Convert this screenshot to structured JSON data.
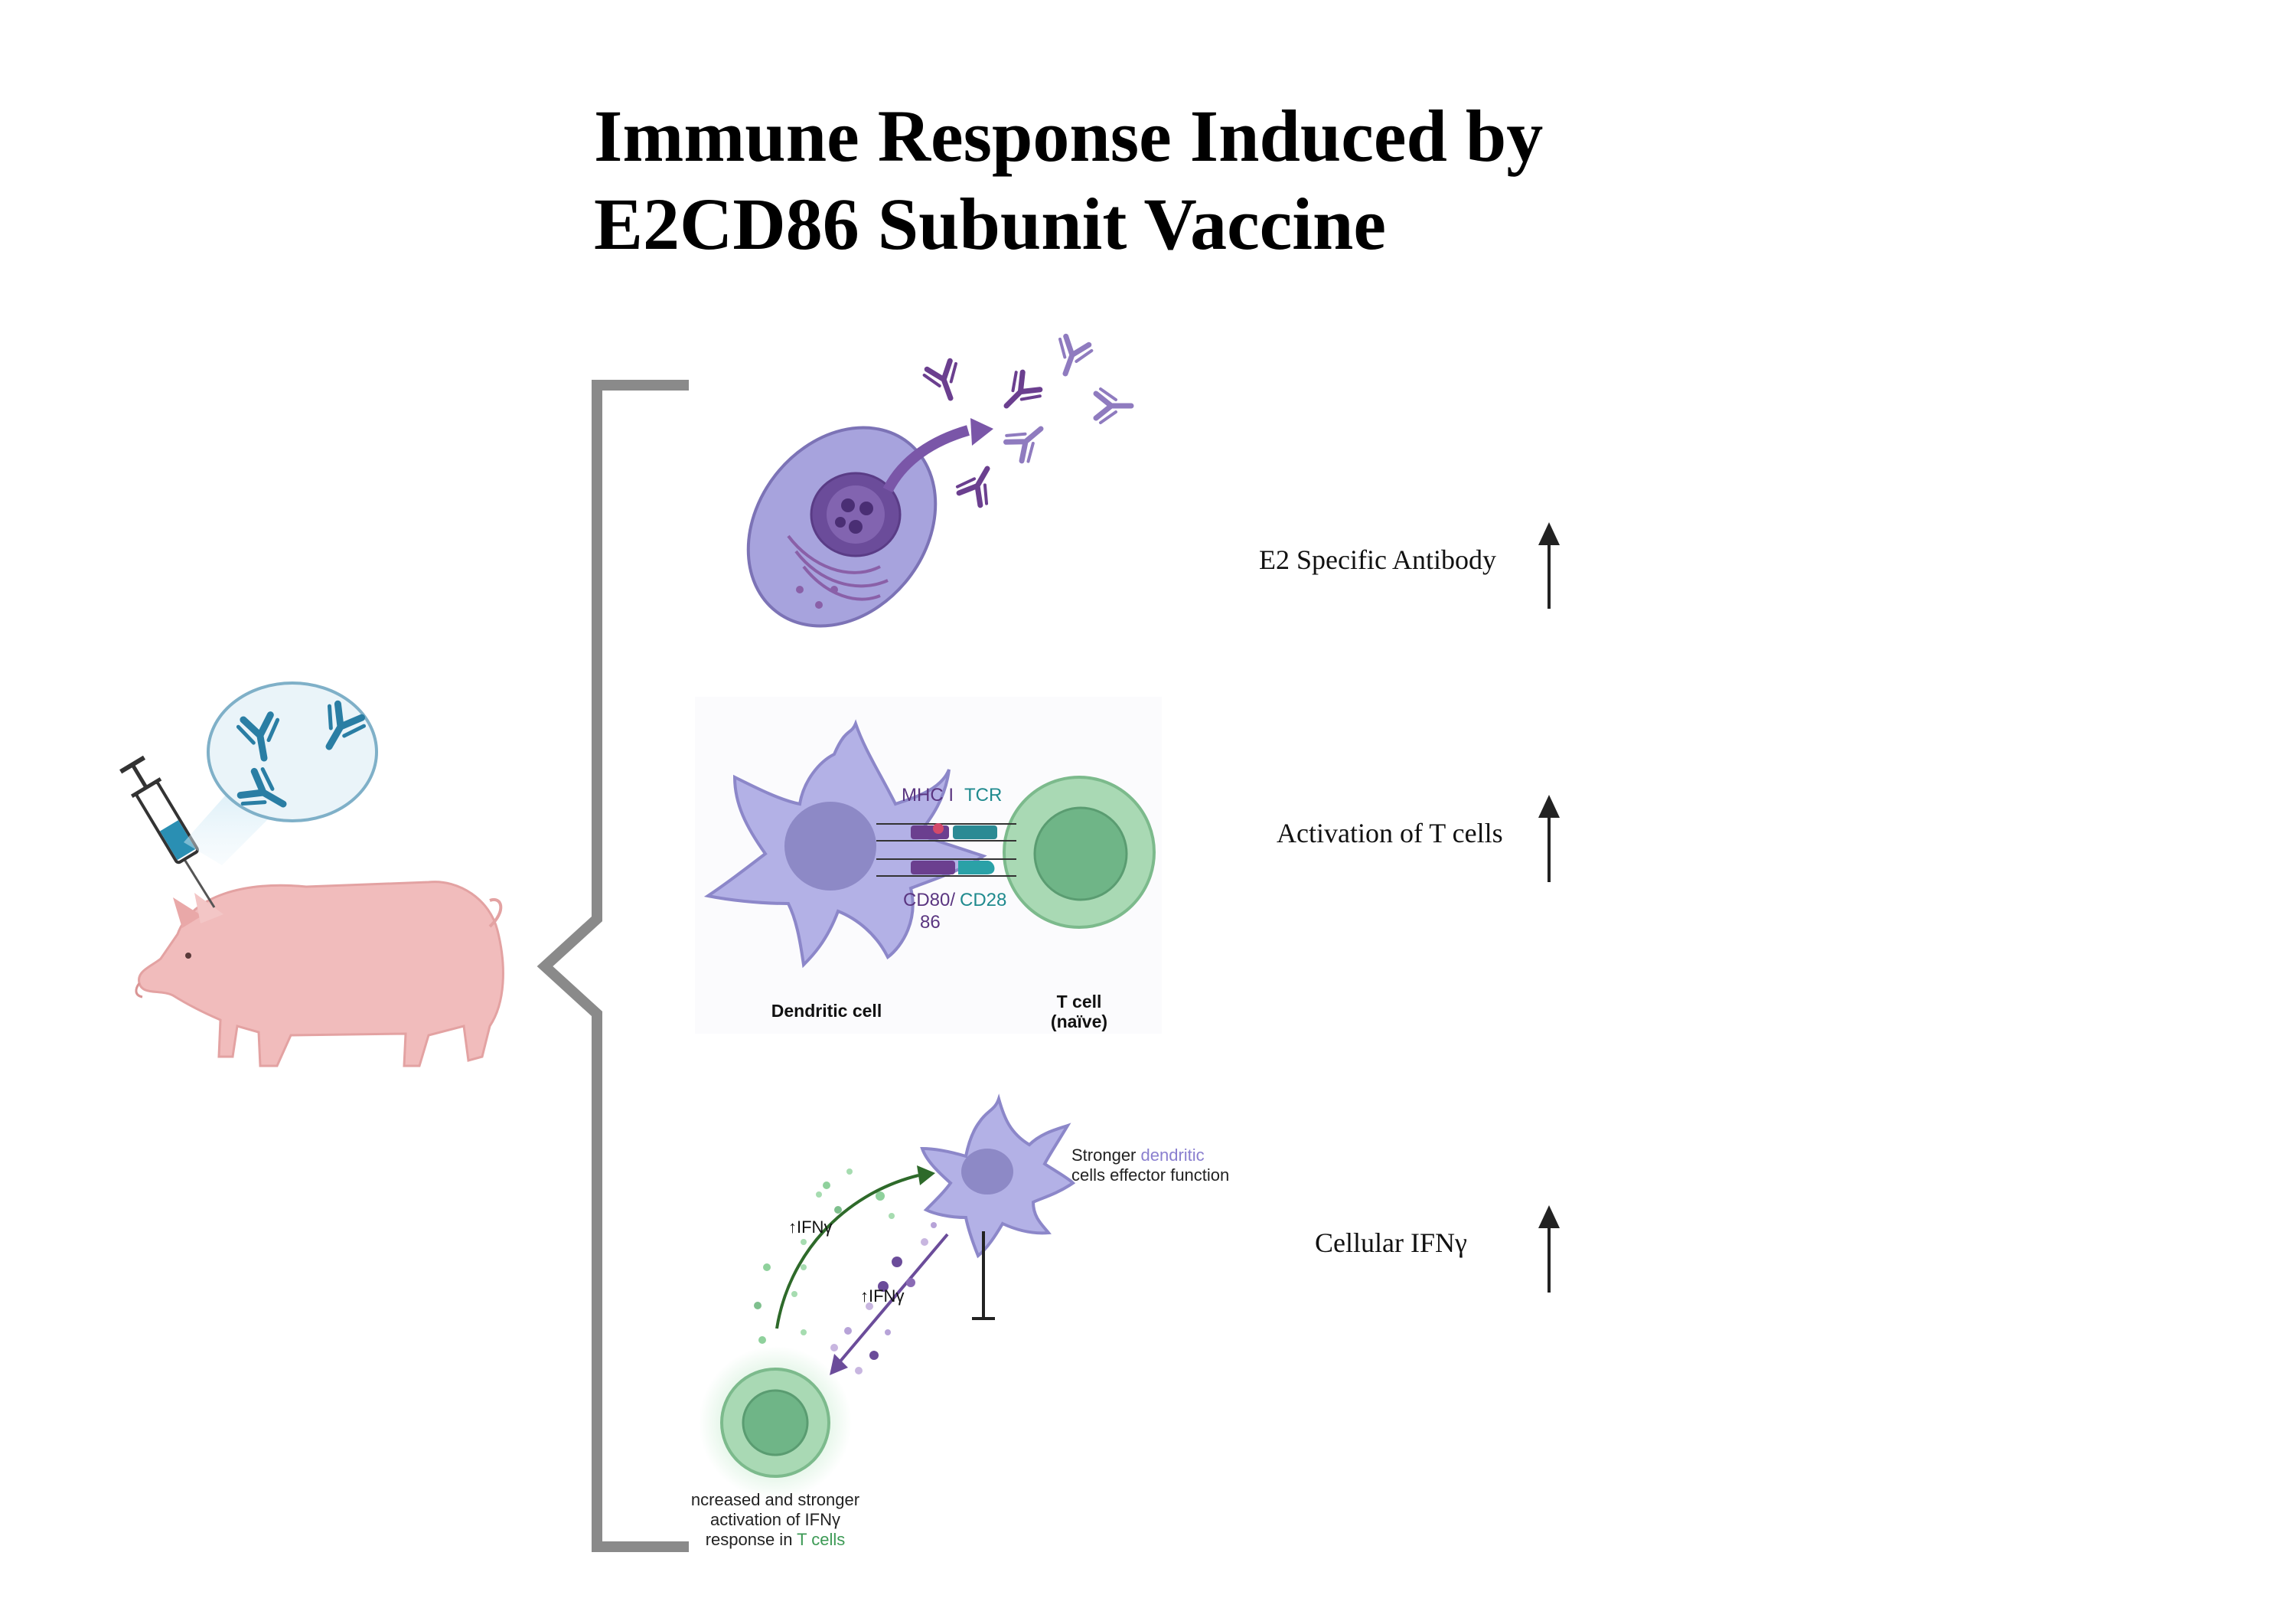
{
  "title": {
    "line1": "Immune Response Induced by",
    "line2": "E2CD86 Subunit Vaccine"
  },
  "results": {
    "antibody": "E2 Specific Antibody",
    "tcells": "Activation of T cells",
    "ifn": "Cellular IFNγ"
  },
  "synapse": {
    "mhc": "MHC I",
    "tcr": "TCR",
    "cd80_line1": "CD80/",
    "cd80_line2": "86",
    "cd28": "CD28",
    "dendritic": "Dendritic cell",
    "tcell_line1": "T cell",
    "tcell_line2": "(naïve)"
  },
  "ifn_panel": {
    "arrow_up_label": "↑IFNγ",
    "arrow_down_label": "↑IFNγ",
    "dc_text_pre": "Stronger ",
    "dc_text_colored": "dendritic",
    "dc_text_line2": "cells effector function",
    "t_text_line1": "ncreased and stronger",
    "t_text_line2": "activation of IFNγ",
    "t_text_line3_pre": "response in ",
    "t_text_line3_colored": "T cells"
  },
  "colors": {
    "purple": "#6b3f8f",
    "lavender": "#a7a3dd",
    "green": "#7fc08e",
    "teal": "#2b8a94",
    "pig": "#f1bcbc"
  }
}
